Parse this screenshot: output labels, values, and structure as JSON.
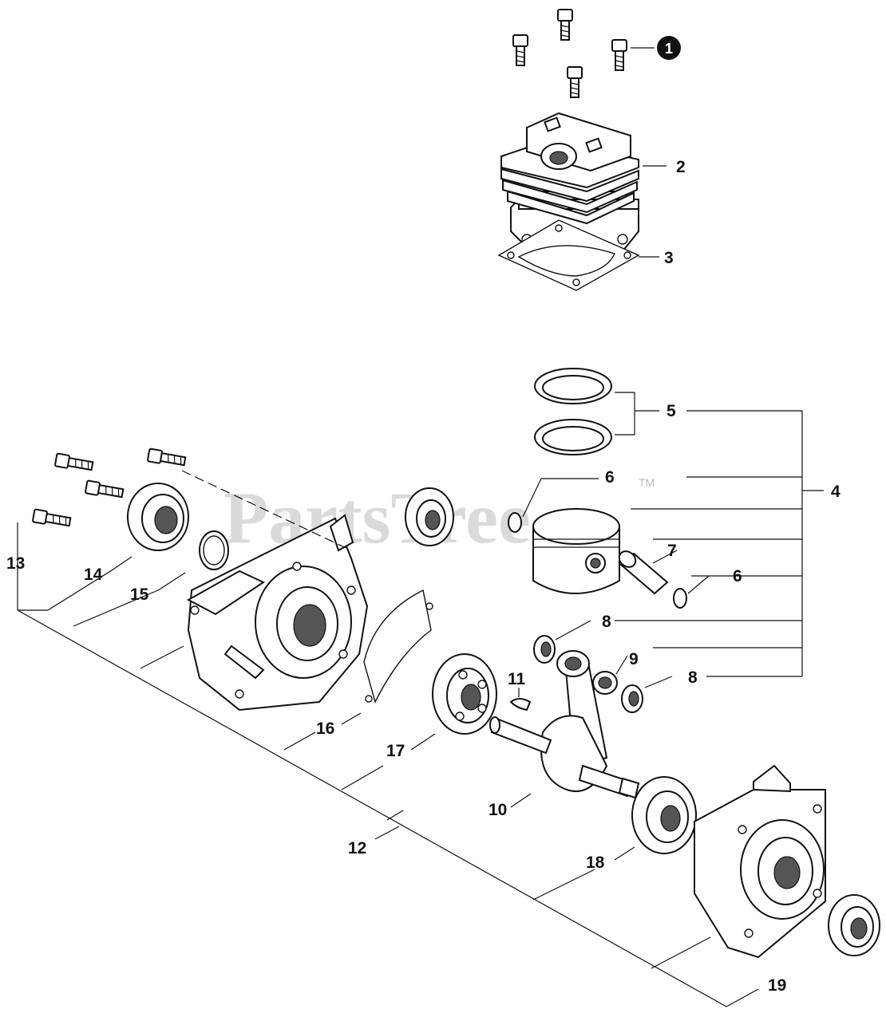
{
  "watermark": {
    "text": "PartsTree",
    "trademark": "TM"
  },
  "callouts": [
    {
      "id": "c1",
      "label": "1",
      "style": "filled-circle"
    },
    {
      "id": "c2",
      "label": "2"
    },
    {
      "id": "c3",
      "label": "3"
    },
    {
      "id": "c4",
      "label": "4"
    },
    {
      "id": "c5",
      "label": "5"
    },
    {
      "id": "c6a",
      "label": "6"
    },
    {
      "id": "c6b",
      "label": "6"
    },
    {
      "id": "c7",
      "label": "7"
    },
    {
      "id": "c8a",
      "label": "8"
    },
    {
      "id": "c8b",
      "label": "8"
    },
    {
      "id": "c9",
      "label": "9"
    },
    {
      "id": "c10",
      "label": "10"
    },
    {
      "id": "c11",
      "label": "11"
    },
    {
      "id": "c12",
      "label": "12"
    },
    {
      "id": "c13",
      "label": "13"
    },
    {
      "id": "c14",
      "label": "14"
    },
    {
      "id": "c15",
      "label": "15"
    },
    {
      "id": "c16",
      "label": "16"
    },
    {
      "id": "c17",
      "label": "17"
    },
    {
      "id": "c18",
      "label": "18"
    },
    {
      "id": "c19",
      "label": "19"
    }
  ]
}
